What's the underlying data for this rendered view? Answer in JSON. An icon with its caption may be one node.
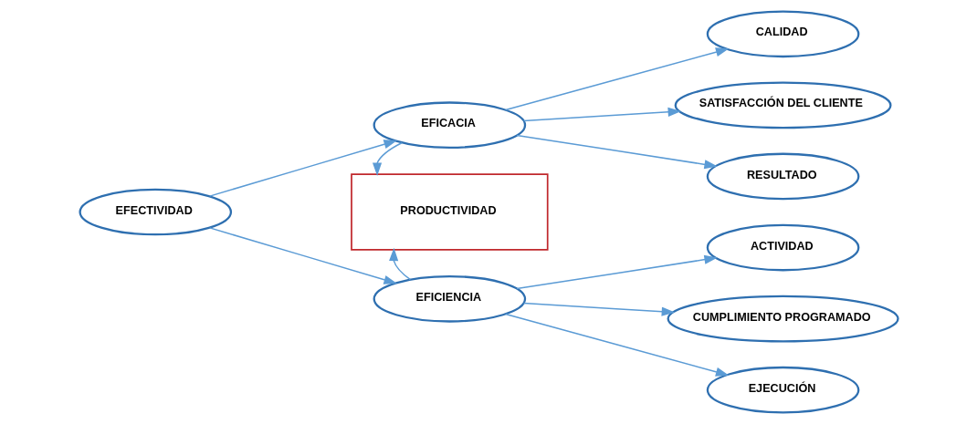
{
  "diagram": {
    "nodes": [
      {
        "text": [
          "EFECTIVIDAD"
        ]
      },
      {
        "text": [
          "EFICACIA"
        ]
      },
      {
        "text": [
          "CALIDAD"
        ]
      },
      {
        "text": [
          "SATISFACCIÓN DEL CLIENTE"
        ]
      },
      {
        "text": [
          "RESULTADO"
        ]
      },
      {
        "text": [
          "PRODUCTIVIDAD"
        ]
      },
      {
        "text": [
          "EFICIENCIA"
        ]
      },
      {
        "text": [
          "ACTIVIDAD"
        ]
      },
      {
        "text": [
          "CUMPLIMIENTO PROGRAMADO"
        ]
      },
      {
        "text": [
          "EJECUCIÓN"
        ]
      }
    ],
    "edges": [
      {
        "from": 0,
        "to": 1,
        "arrow": "to"
      },
      {
        "from": 0,
        "to": 6,
        "arrow": "to"
      },
      {
        "from": 1,
        "to": 2,
        "arrow": "to"
      },
      {
        "from": 1,
        "to": 3,
        "arrow": "to"
      },
      {
        "from": 1,
        "to": 4,
        "arrow": "to"
      },
      {
        "from": 1,
        "to": 5,
        "arrow": "to"
      },
      {
        "from": 6,
        "to": 5,
        "arrow": "to"
      },
      {
        "from": 6,
        "to": 7,
        "arrow": "to"
      },
      {
        "from": 6,
        "to": 8,
        "arrow": "to"
      },
      {
        "from": 6,
        "to": 9,
        "arrow": "to"
      }
    ]
  }
}
